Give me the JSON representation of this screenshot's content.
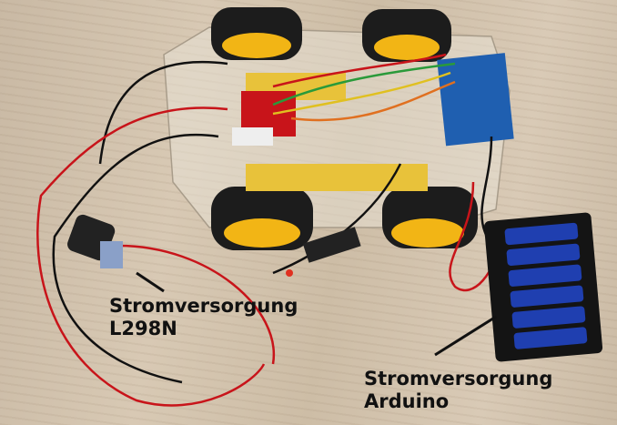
{
  "labels": {
    "l298n": {
      "line1": "Stromversorgung",
      "line2": "L298N"
    },
    "arduino": {
      "line1": "Stromversorgung",
      "line2": "Arduino"
    }
  },
  "colors": {
    "wheel": "#1c1c1c",
    "hub": "#f2b515",
    "battery": "#1f3fb0",
    "wire_red": "#c8141a"
  }
}
